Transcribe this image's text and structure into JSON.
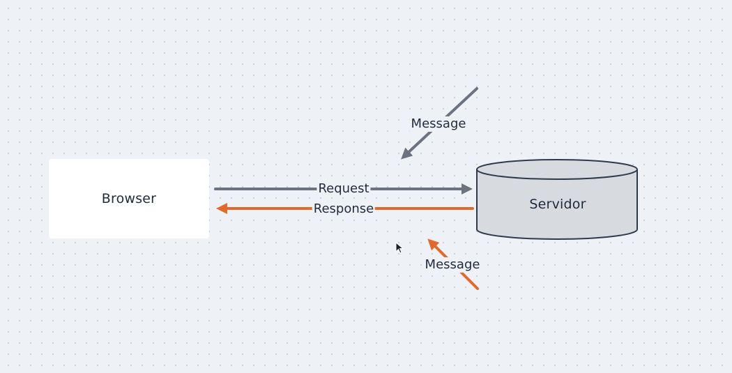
{
  "diagram": {
    "nodes": {
      "browser": {
        "label": "Browser"
      },
      "server": {
        "label": "Servidor"
      }
    },
    "edges": {
      "request": {
        "label": "Request",
        "color": "#6b7280"
      },
      "response": {
        "label": "Response",
        "color": "#e0692e"
      },
      "message_in": {
        "label": "Message",
        "color": "#6b7280"
      },
      "message_out": {
        "label": "Message",
        "color": "#e0692e"
      }
    },
    "colors": {
      "background": "#eef1f5",
      "node_fill": "#ffffff",
      "server_fill": "#d7dade",
      "server_stroke": "#2e3a4b",
      "text": "#1f2a3c"
    },
    "icons": [
      "mouse-cursor-icon"
    ]
  }
}
